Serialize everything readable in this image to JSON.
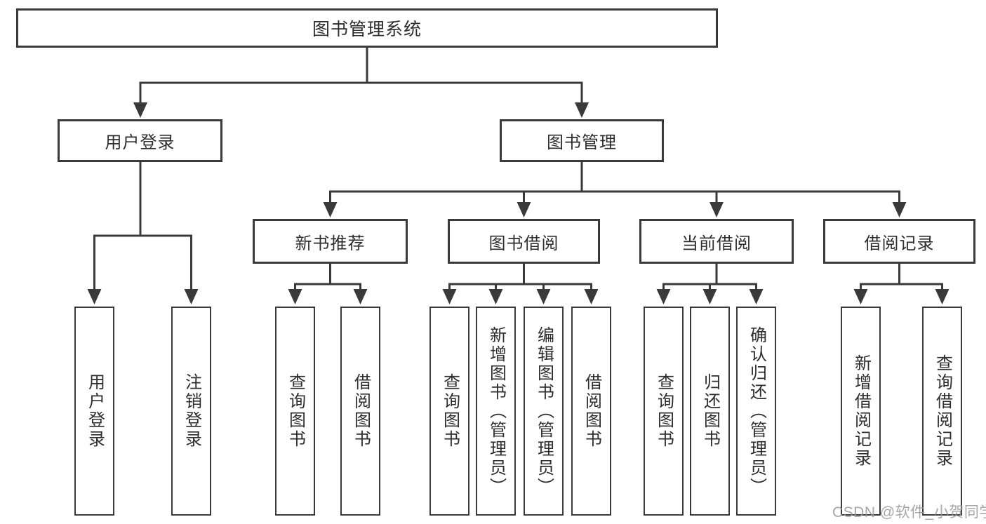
{
  "colors": {
    "line": "#3a3a3a",
    "box_border": "#3a3a3a",
    "box_bg": "#ffffff",
    "text": "#2d2d2d",
    "watermark": "#9a9a9a"
  },
  "tree": {
    "root": {
      "label": "图书管理系统"
    },
    "l1": [
      {
        "label": "用户登录"
      },
      {
        "label": "图书管理"
      }
    ],
    "l2": [
      {
        "label": "新书推荐"
      },
      {
        "label": "图书借阅"
      },
      {
        "label": "当前借阅"
      },
      {
        "label": "借阅记录"
      }
    ],
    "leaves": {
      "userLogin": [
        "用户登录",
        "注销登录"
      ],
      "newBook": [
        "查询图书",
        "借阅图书"
      ],
      "bookBorrow": [
        "查询图书",
        "新增图书（管理员）",
        "编辑图书（管理员）",
        "借阅图书"
      ],
      "currentBorrow": [
        "查询图书",
        "归还图书",
        "确认归还（管理员）"
      ],
      "borrowRecord": [
        "新增借阅记录",
        "查询借阅记录"
      ]
    }
  },
  "watermark": "CSDN @软件_小贺同学"
}
